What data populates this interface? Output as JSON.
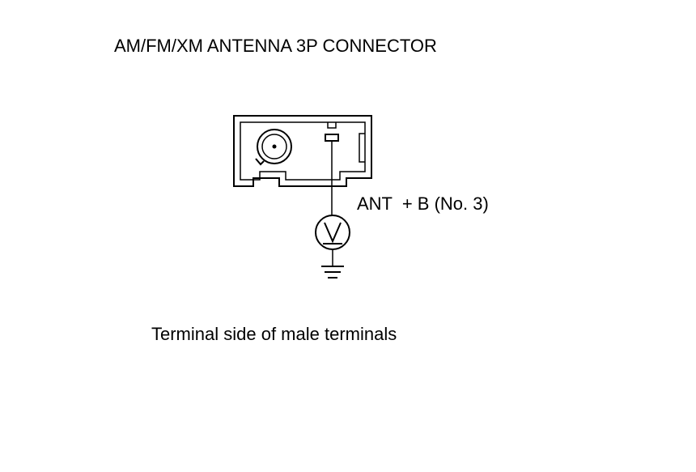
{
  "diagram": {
    "title": "AM/FM/XM ANTENNA 3P CONNECTOR",
    "pin_label": "ANT  + B (No. 3)",
    "caption": "Terminal side of male terminals"
  }
}
